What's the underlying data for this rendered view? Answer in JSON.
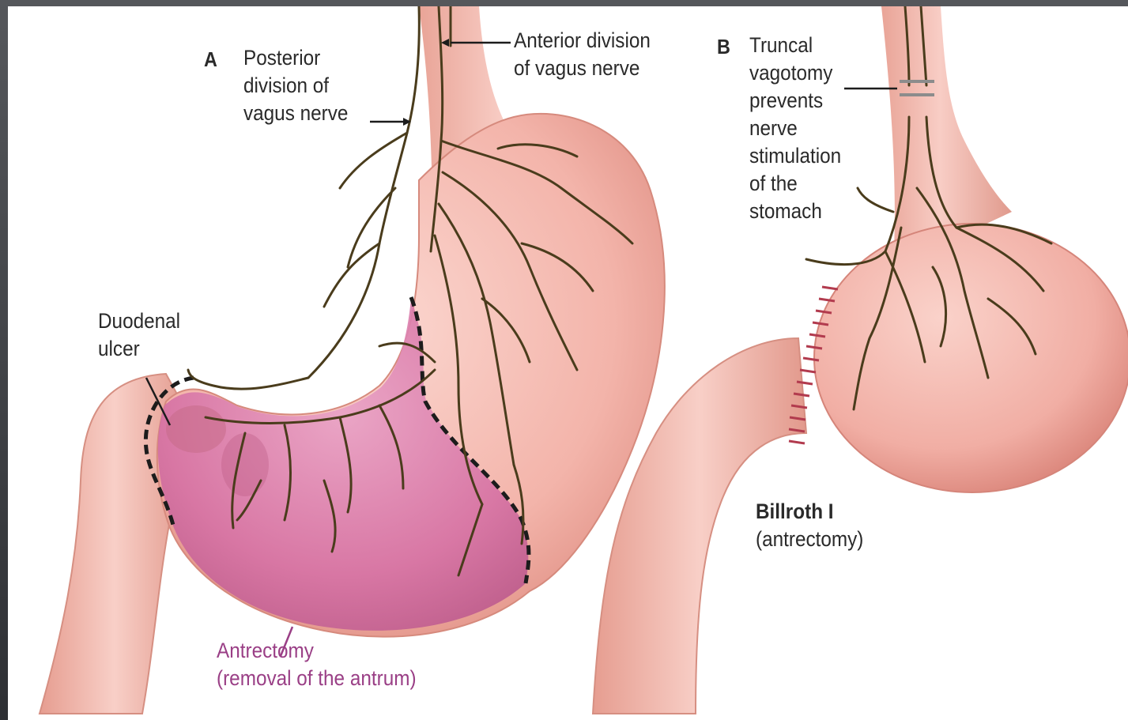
{
  "panel_a": {
    "letter": "A",
    "posterior_label": [
      "Posterior",
      "division of",
      "vagus nerve"
    ],
    "anterior_label": [
      "Anterior division",
      "of vagus nerve"
    ],
    "duodenal_label": [
      "Duodenal",
      "ulcer"
    ],
    "antrectomy_label": [
      "Antrectomy",
      "(removal of the antrum)"
    ]
  },
  "panel_b": {
    "letter": "B",
    "vagotomy_label": [
      "Truncal",
      "vagotomy",
      "prevents",
      "nerve",
      "stimulation",
      "of the",
      "stomach"
    ],
    "billroth_title": "Billroth I",
    "billroth_subtitle": "(antrectomy)"
  },
  "colors": {
    "stomach": "#f3b9b1",
    "stomach_shadow": "#d98579",
    "antrum": "#d36b9a",
    "nerve": "#4a3c1c",
    "antrectomy_text": "#9a3f86"
  }
}
